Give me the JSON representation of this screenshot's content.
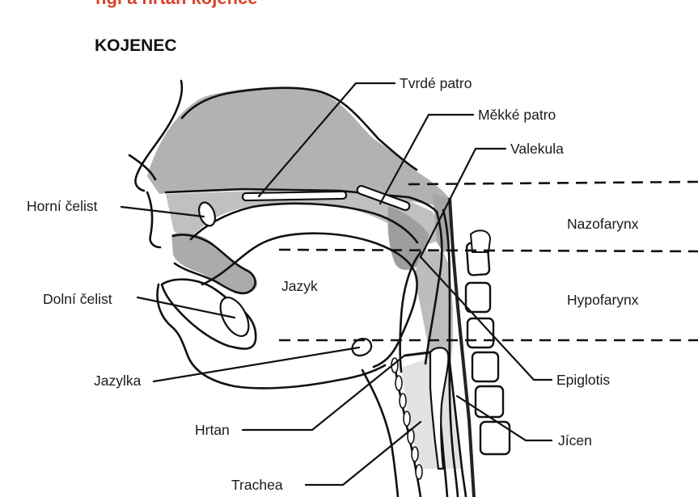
{
  "diagram": {
    "header_fragment": "ngi a hrtan kojence",
    "title": "KOJENEC",
    "labels": {
      "tvrde_patro": "Tvrdé patro",
      "mekke_patro": "Měkké patro",
      "valekula": "Valekula",
      "horni_celist": "Horní čelist",
      "nazofarynx": "Nazofarynx",
      "jazyk": "Jazyk",
      "dolni_celist": "Dolní čelist",
      "hypofarynx": "Hypofarynx",
      "jazylka": "Jazylka",
      "epiglotis": "Epiglotis",
      "hrtan": "Hrtan",
      "jicen": "Jícen",
      "trachea": "Trachea"
    },
    "colors": {
      "header": "#d9442b",
      "tissue_gray": "#a8a8a8",
      "light_gray": "#cfcfcf",
      "line": "#111111"
    }
  }
}
